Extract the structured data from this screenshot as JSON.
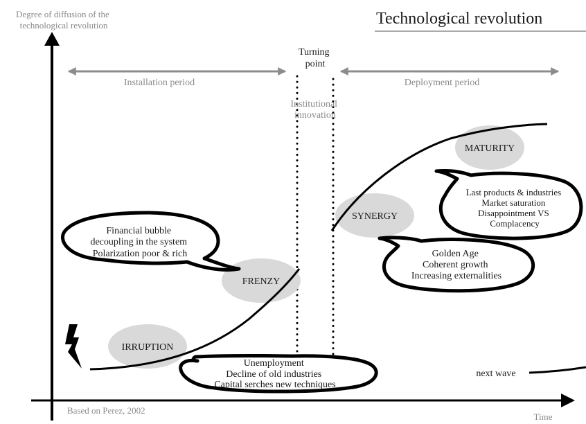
{
  "title": "Technological revolution",
  "y_axis_label": [
    "Degree of diffusion of the",
    "technological revolution"
  ],
  "x_axis_label": "Time",
  "source": "Based on Perez, 2002",
  "turning_point": [
    "Turning",
    "point"
  ],
  "institutional_innovation": [
    "Institutional",
    "innovation"
  ],
  "periods": {
    "installation": "Installation period",
    "deployment": "Deployment period"
  },
  "phases": {
    "irruption": "IRRUPTION",
    "frenzy": "FRENZY",
    "synergy": "SYNERGY",
    "maturity": "MATURITY"
  },
  "callouts": {
    "frenzy": [
      "Financial bubble",
      "decoupling in the system",
      "Polarization poor & rich"
    ],
    "irruption": [
      "Unemployment",
      "Decline of old industries",
      "Capital serches new techniques"
    ],
    "synergy": [
      "Golden Age",
      "Coherent growth",
      "Increasing externalities"
    ],
    "maturity": [
      "Last products & industries",
      "Market saturation",
      "Disappointment VS",
      "Complacency"
    ]
  },
  "next_wave": "next wave",
  "colors": {
    "ink": "#000000",
    "muted_text": "#8a8a8a",
    "period_arrow": "#8c8c8c",
    "phase_ellipse": "#d9d9d9"
  },
  "icons": {
    "lightning": "lightning-bolt-icon"
  }
}
